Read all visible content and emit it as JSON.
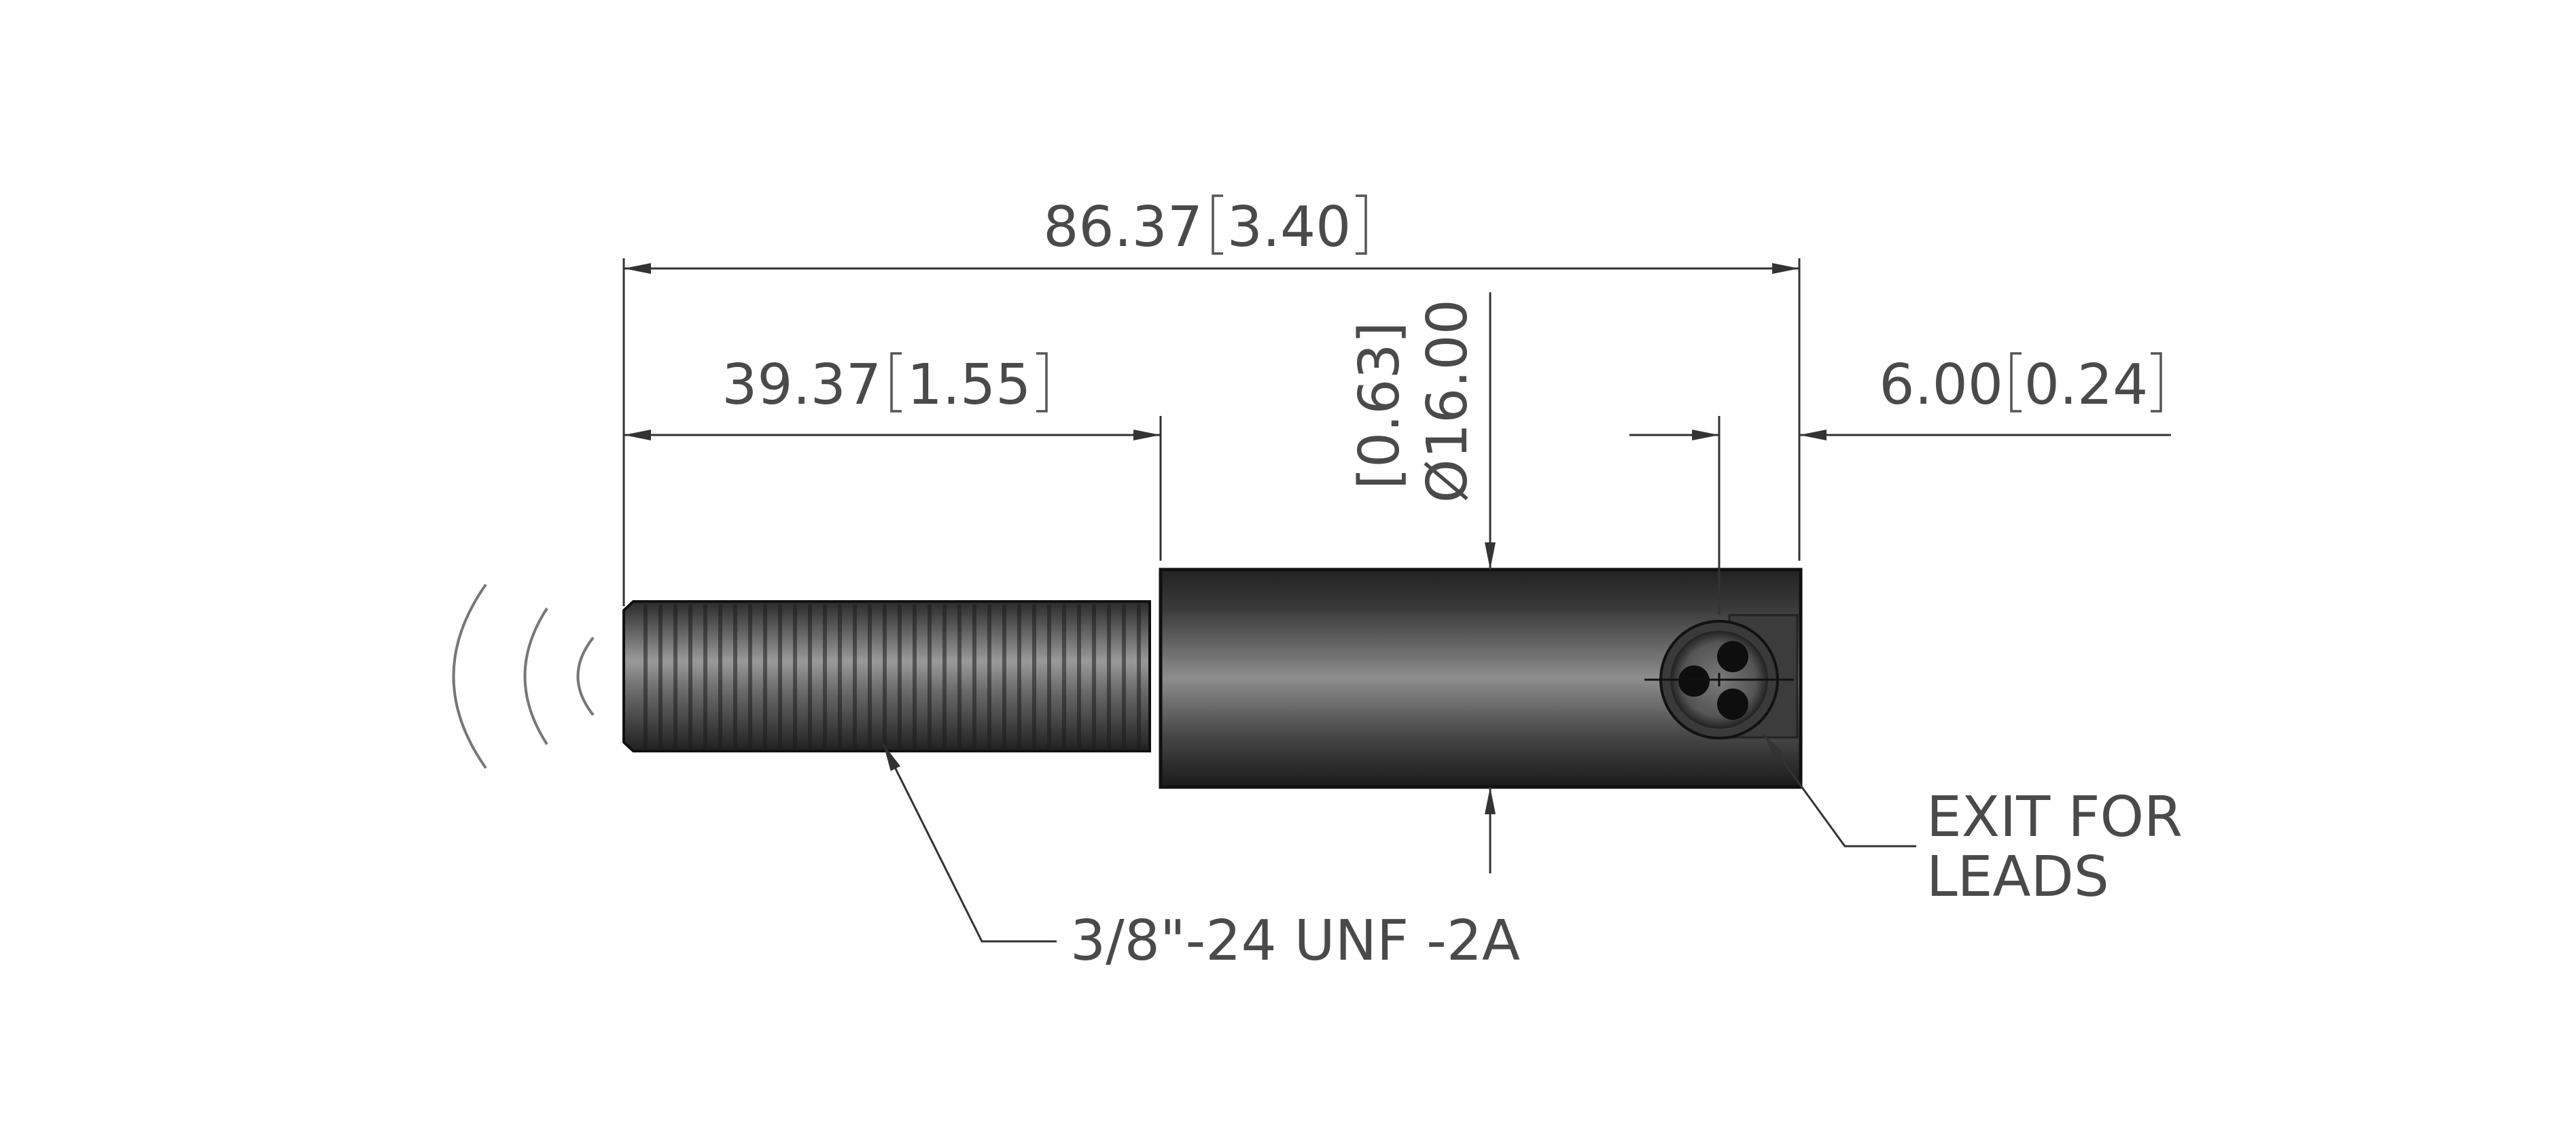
{
  "dimensions": {
    "overall_length": {
      "mm": "86.37",
      "inch": "3.40"
    },
    "thread_length": {
      "mm": "39.37",
      "inch": "1.55"
    },
    "body_diameter": {
      "symbol": "Ø",
      "mm": "16.00",
      "inch": "[0.63]"
    },
    "lead_exit_offset": {
      "mm": "6.00",
      "inch": "0.24"
    }
  },
  "callouts": {
    "thread_spec": "3/8\"-24 UNF -2A",
    "exit_line1": "EXIT FOR",
    "exit_line2": "LEADS"
  },
  "colors": {
    "line": "#333333",
    "text": "#4a4a4a",
    "body_dark": "#1e1e1e",
    "body_light": "#8a8a8a"
  }
}
